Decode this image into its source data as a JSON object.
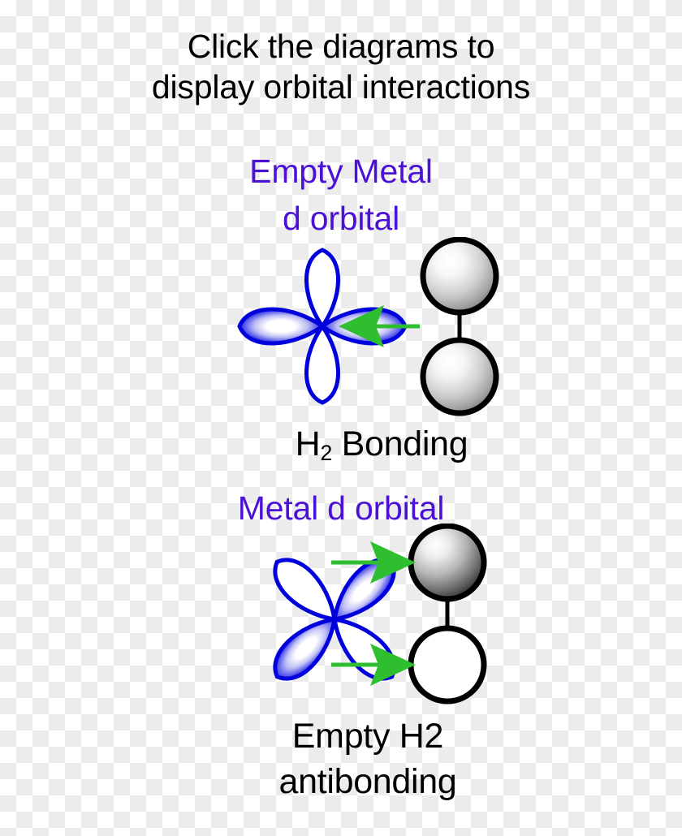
{
  "instruction": {
    "line1": "Click the diagrams to",
    "line2": "display orbital interactions"
  },
  "panels": [
    {
      "heading_line1": "Empty Metal",
      "heading_line2": "d orbital",
      "caption_main": "H",
      "caption_sub": "2",
      "caption_rest": " Bonding",
      "orbital": {
        "type": "d-orbital",
        "rotation_deg": 0,
        "filled_lobes": "horizontal",
        "empty_lobes": "vertical",
        "outline_color": "#0000dd",
        "fill_color": "#3333ee"
      },
      "molecule": {
        "top_sphere": "shaded-gray",
        "bottom_sphere": "shaded-gray",
        "bond": "single"
      },
      "arrows": [
        {
          "direction": "left",
          "from": "molecule",
          "to": "orbital",
          "color": "#2fbe2f"
        }
      ]
    },
    {
      "heading_line1": "Metal d orbital",
      "heading_line2": "",
      "caption_line1": "Empty H2",
      "caption_line2": "antibonding",
      "orbital": {
        "type": "d-orbital",
        "rotation_deg": 45,
        "filled_lobes": "upper-right and lower-left",
        "empty_lobes": "upper-left and lower-right",
        "outline_color": "#0000dd",
        "fill_color": "#3333ee"
      },
      "molecule": {
        "top_sphere": "shaded-dark-gray",
        "bottom_sphere": "empty-white",
        "bond": "single"
      },
      "arrows": [
        {
          "direction": "right",
          "from": "orbital",
          "to": "molecule",
          "color": "#2fbe2f"
        },
        {
          "direction": "right",
          "from": "orbital",
          "to": "molecule",
          "color": "#2fbe2f"
        }
      ]
    }
  ],
  "colors": {
    "heading_purple": "#4B11D6",
    "orbital_blue": "#0000dd",
    "arrow_green": "#2fbe2f",
    "text_black": "#000000",
    "checker_gray": "#ececec"
  }
}
